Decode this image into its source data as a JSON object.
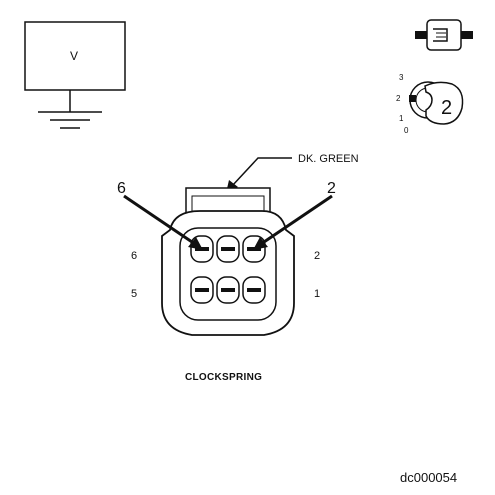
{
  "meter": {
    "label": "V"
  },
  "wire": {
    "label": "DK. GREEN"
  },
  "pins": {
    "callout_left": "6",
    "callout_right": "2",
    "left_top": "6",
    "left_bottom": "5",
    "right_top": "2",
    "right_bottom": "1"
  },
  "ignition_key": {
    "positions": [
      "3",
      "2",
      "1",
      "0"
    ],
    "selected": "2"
  },
  "connector": {
    "caption": "CLOCKSPRING"
  },
  "figure": {
    "id": "dc000054"
  }
}
